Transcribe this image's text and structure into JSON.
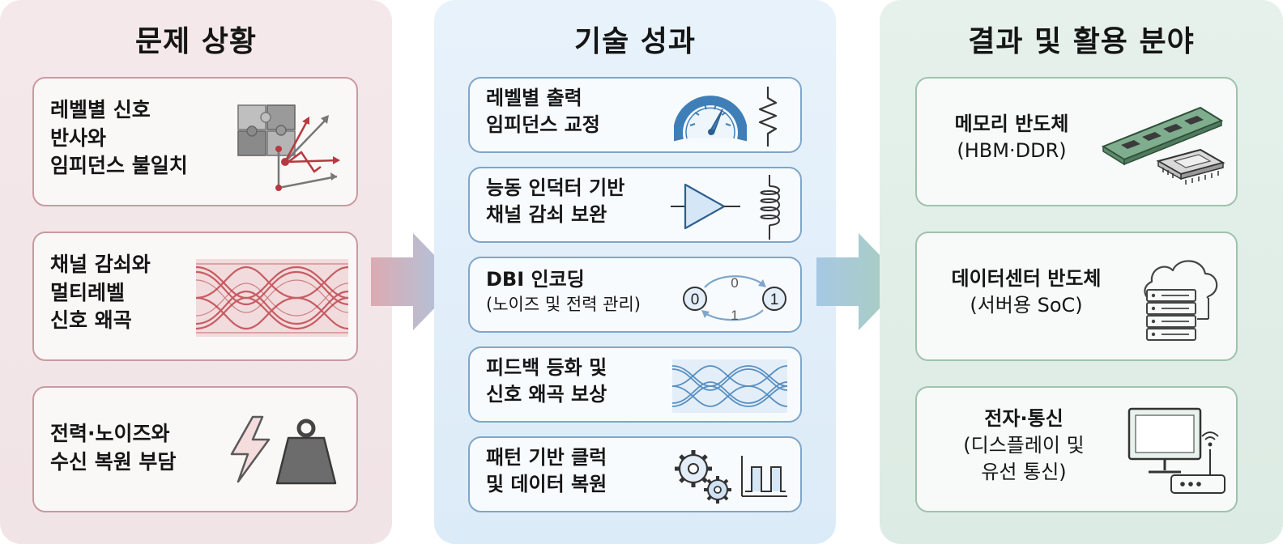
{
  "columns": {
    "problem": {
      "title": "문제 상황",
      "cards": [
        {
          "lines": [
            "레벨별 신호",
            "반사와",
            "임피던스 불일치"
          ]
        },
        {
          "lines": [
            "채널 감쇠와",
            "멀티레벨",
            "신호 왜곡"
          ]
        },
        {
          "lines": [
            "전력·노이즈와",
            "수신 복원 부담"
          ]
        }
      ]
    },
    "tech": {
      "title": "기술 성과",
      "cards": [
        {
          "lines": [
            "레벨별 출력",
            "임피던스 교정"
          ]
        },
        {
          "lines": [
            "능동 인덕터 기반",
            "채널 감쇠 보완"
          ]
        },
        {
          "lines": [
            "DBI 인코딩",
            "(노이즈 및 전력 관리)"
          ],
          "bits": [
            "0",
            "1",
            "0",
            "1"
          ]
        },
        {
          "lines": [
            "피드백 등화 및",
            "신호 왜곡 보상"
          ]
        },
        {
          "lines": [
            "패턴 기반 클럭",
            "및 데이터 복원"
          ]
        }
      ]
    },
    "result": {
      "title": "결과 및 활용 분야",
      "cards": [
        {
          "lines": [
            "메모리 반도체",
            "(HBM·DDR)"
          ]
        },
        {
          "lines": [
            "데이터센터 반도체",
            "(서버용 SoC)"
          ]
        },
        {
          "lines": [
            "전자·통신",
            "(디스플레이 및",
            "유선 통신)"
          ]
        }
      ]
    }
  },
  "colors": {
    "problem_accent": "#c99aa1",
    "tech_accent": "#7fa6c9",
    "result_accent": "#9fc2ae",
    "signal_red": "#c0474e",
    "signal_blue": "#3f7fb8"
  },
  "icons": {
    "problem": [
      "puzzle-icon",
      "eye-diagram-red-icon",
      "lightning-icon",
      "weight-icon"
    ],
    "tech": [
      "gauge-icon",
      "resistor-icon",
      "amplifier-icon",
      "inductor-icon",
      "bit-cycle-icon",
      "eye-diagram-blue-icon",
      "gears-icon",
      "square-wave-icon"
    ],
    "result": [
      "memory-chip-icon",
      "cloud-server-icon",
      "monitor-router-icon"
    ]
  }
}
